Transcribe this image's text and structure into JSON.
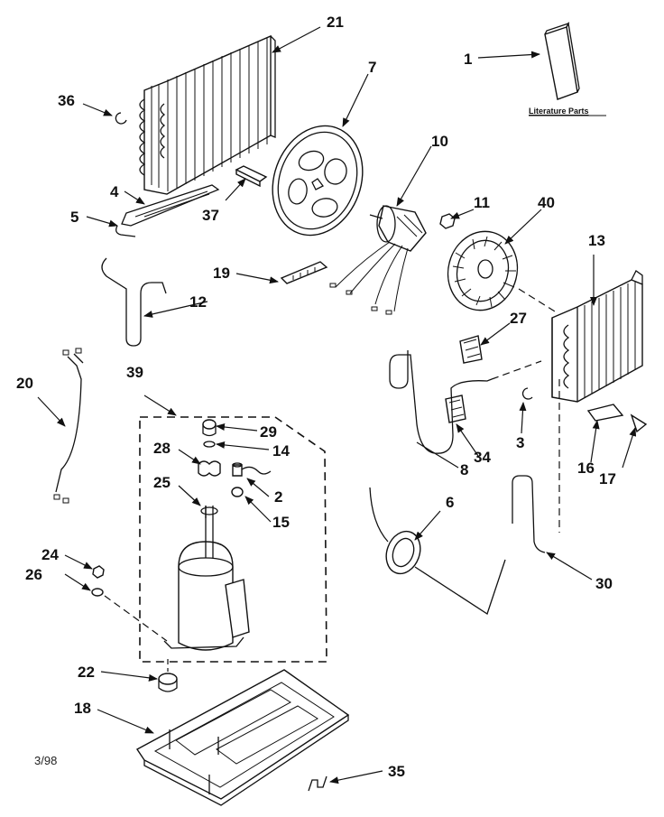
{
  "diagram": {
    "callouts": {
      "p1": "1",
      "p2": "2",
      "p3": "3",
      "p4": "4",
      "p5": "5",
      "p6": "6",
      "p7": "7",
      "p8": "8",
      "p10": "10",
      "p11": "11",
      "p12": "12",
      "p13": "13",
      "p14": "14",
      "p15": "15",
      "p16": "16",
      "p17": "17",
      "p18": "18",
      "p19": "19",
      "p20": "20",
      "p21": "21",
      "p22": "22",
      "p24": "24",
      "p25": "25",
      "p26": "26",
      "p27": "27",
      "p28": "28",
      "p29": "29",
      "p30": "30",
      "p34": "34",
      "p35": "35",
      "p36": "36",
      "p37": "37",
      "p39": "39",
      "p40": "40"
    },
    "literature_label": "Literature Parts",
    "date_code": "3/98"
  },
  "colors": {
    "ink": "#111111",
    "paper": "#ffffff"
  }
}
